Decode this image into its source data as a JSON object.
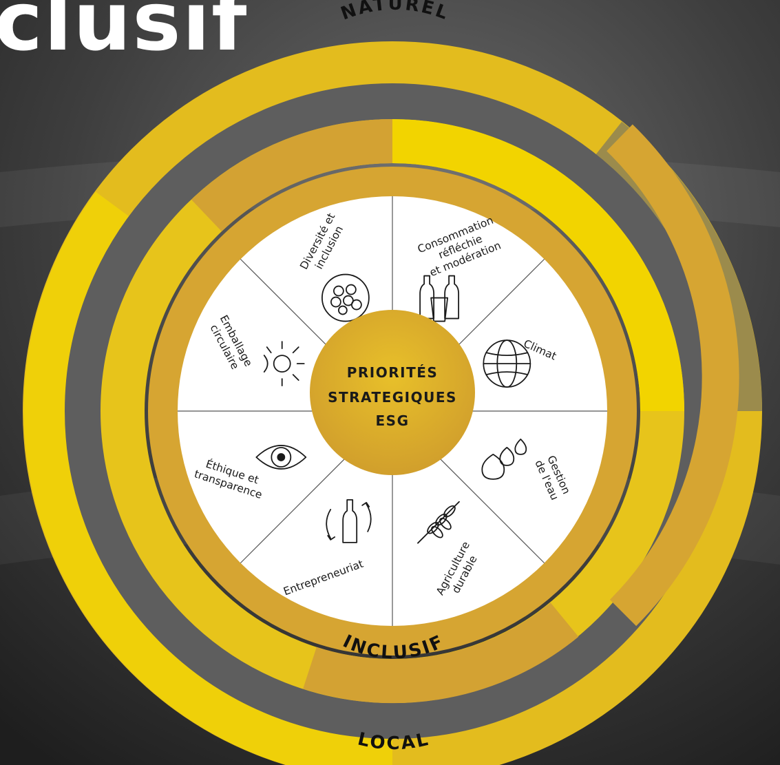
{
  "heading": "clusif",
  "center": {
    "lines": [
      "PRIORITÉS",
      "STRATEGIQUES",
      "ESG"
    ]
  },
  "rings": {
    "outer": "LOCAL",
    "middle_top": "NATUREL",
    "middle_bottom": "INCLUSIF"
  },
  "segments": [
    {
      "lines": [
        "Consommation",
        "réfléchie",
        "et modération"
      ],
      "icon": "bottles-glass-icon"
    },
    {
      "lines": [
        "Climat"
      ],
      "icon": "globe-icon"
    },
    {
      "lines": [
        "Gestion",
        "de l'eau"
      ],
      "icon": "water-drops-icon"
    },
    {
      "lines": [
        "Agriculture",
        "durable"
      ],
      "icon": "wheat-icon"
    },
    {
      "lines": [
        "Entrepreneuriat"
      ],
      "icon": "bottle-cycle-icon"
    },
    {
      "lines": [
        "Éthique et",
        "transparence"
      ],
      "icon": "eye-icon"
    },
    {
      "lines": [
        "Emballage",
        "circulaire"
      ],
      "icon": "sun-icon"
    },
    {
      "lines": [
        "Diversité et",
        "inclusion"
      ],
      "icon": "people-circle-icon"
    }
  ],
  "colors": {
    "gold": "#d6a532",
    "yellow": "#f0d400",
    "white": "#ffffff",
    "dark_gray": "#555555"
  }
}
